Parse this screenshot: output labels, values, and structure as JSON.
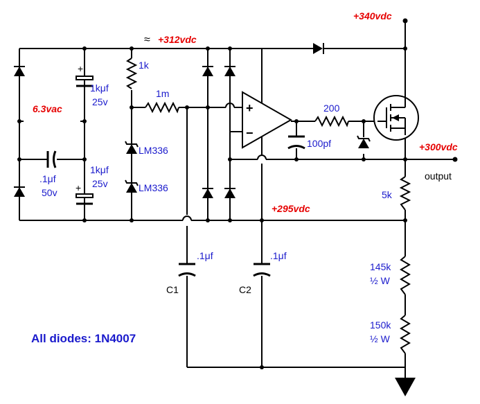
{
  "voltages": {
    "v340": "+340vdc",
    "v312": "+312vdc",
    "approx": "≈",
    "v300": "+300vdc",
    "v295": "+295vdc",
    "heater": "6.3vac"
  },
  "components": {
    "r_1k": "1k",
    "c_top_value": "1kμf",
    "c_top_rating": "25v",
    "r_1m": "1m",
    "zener1": "LM336",
    "zener2": "LM336",
    "c_bot_value": "1kμf",
    "c_bot_rating": "25v",
    "c_left_value": ".1μf",
    "c_left_rating": "50v",
    "r_200": "200",
    "c_100pf": "100pf",
    "r_5k": "5k",
    "c1_value": ".1μf",
    "c1_label": "C1",
    "c2_value": ".1μf",
    "c2_label": "C2",
    "r_145k": "145k",
    "r_145k_watt": "½ W",
    "r_150k": "150k",
    "r_150k_watt": "½ W",
    "plus": "+",
    "opamp_plus": "+",
    "opamp_minus": "−"
  },
  "labels": {
    "output": "output",
    "diodes_note": "All diodes: 1N4007"
  }
}
